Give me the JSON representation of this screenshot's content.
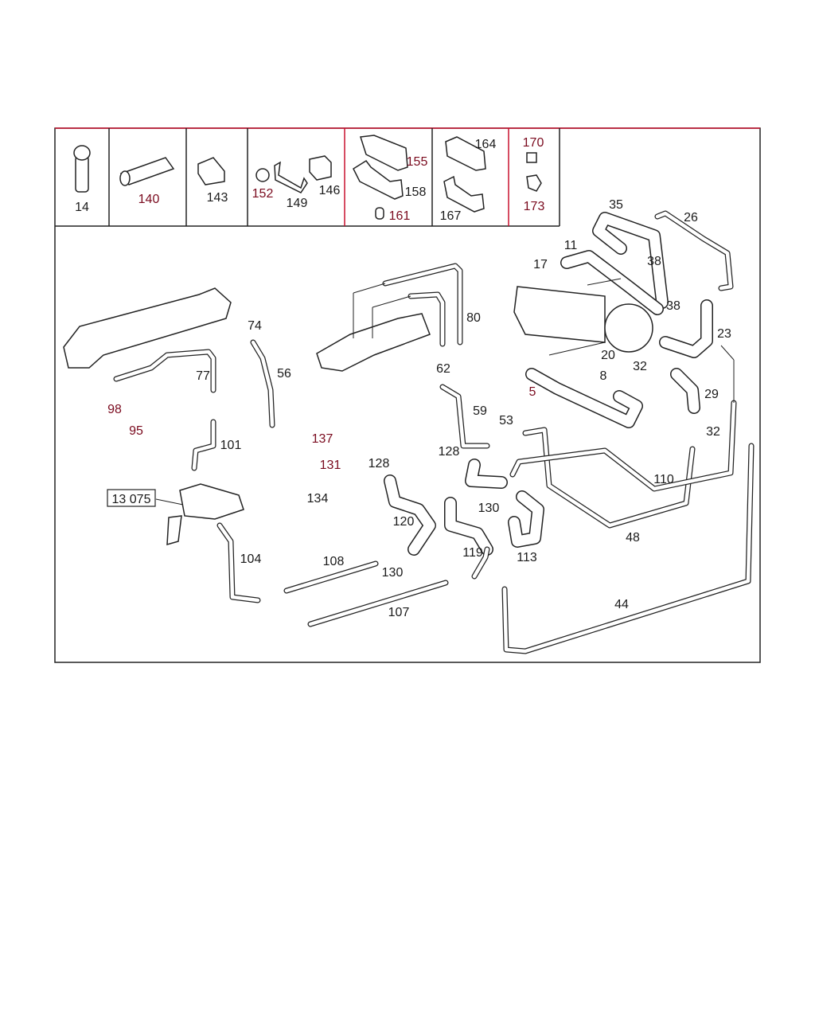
{
  "title_box": "13 075",
  "top_panel_labels": [
    "14",
    "140",
    "143",
    "152",
    "149",
    "146",
    "155",
    "158",
    "161",
    "164",
    "167",
    "170",
    "173"
  ],
  "main_labels": [
    "35",
    "26",
    "11",
    "17",
    "38",
    "38",
    "23",
    "80",
    "74",
    "56",
    "77",
    "62",
    "20",
    "32",
    "8",
    "5",
    "29",
    "98",
    "95",
    "59",
    "53",
    "101",
    "137",
    "32",
    "131",
    "128",
    "128",
    "110",
    "134",
    "130",
    "120",
    "48",
    "119",
    "113",
    "104",
    "108",
    "130",
    "44",
    "107"
  ],
  "colors": {
    "frame": "#c8102e",
    "line": "#222222"
  }
}
